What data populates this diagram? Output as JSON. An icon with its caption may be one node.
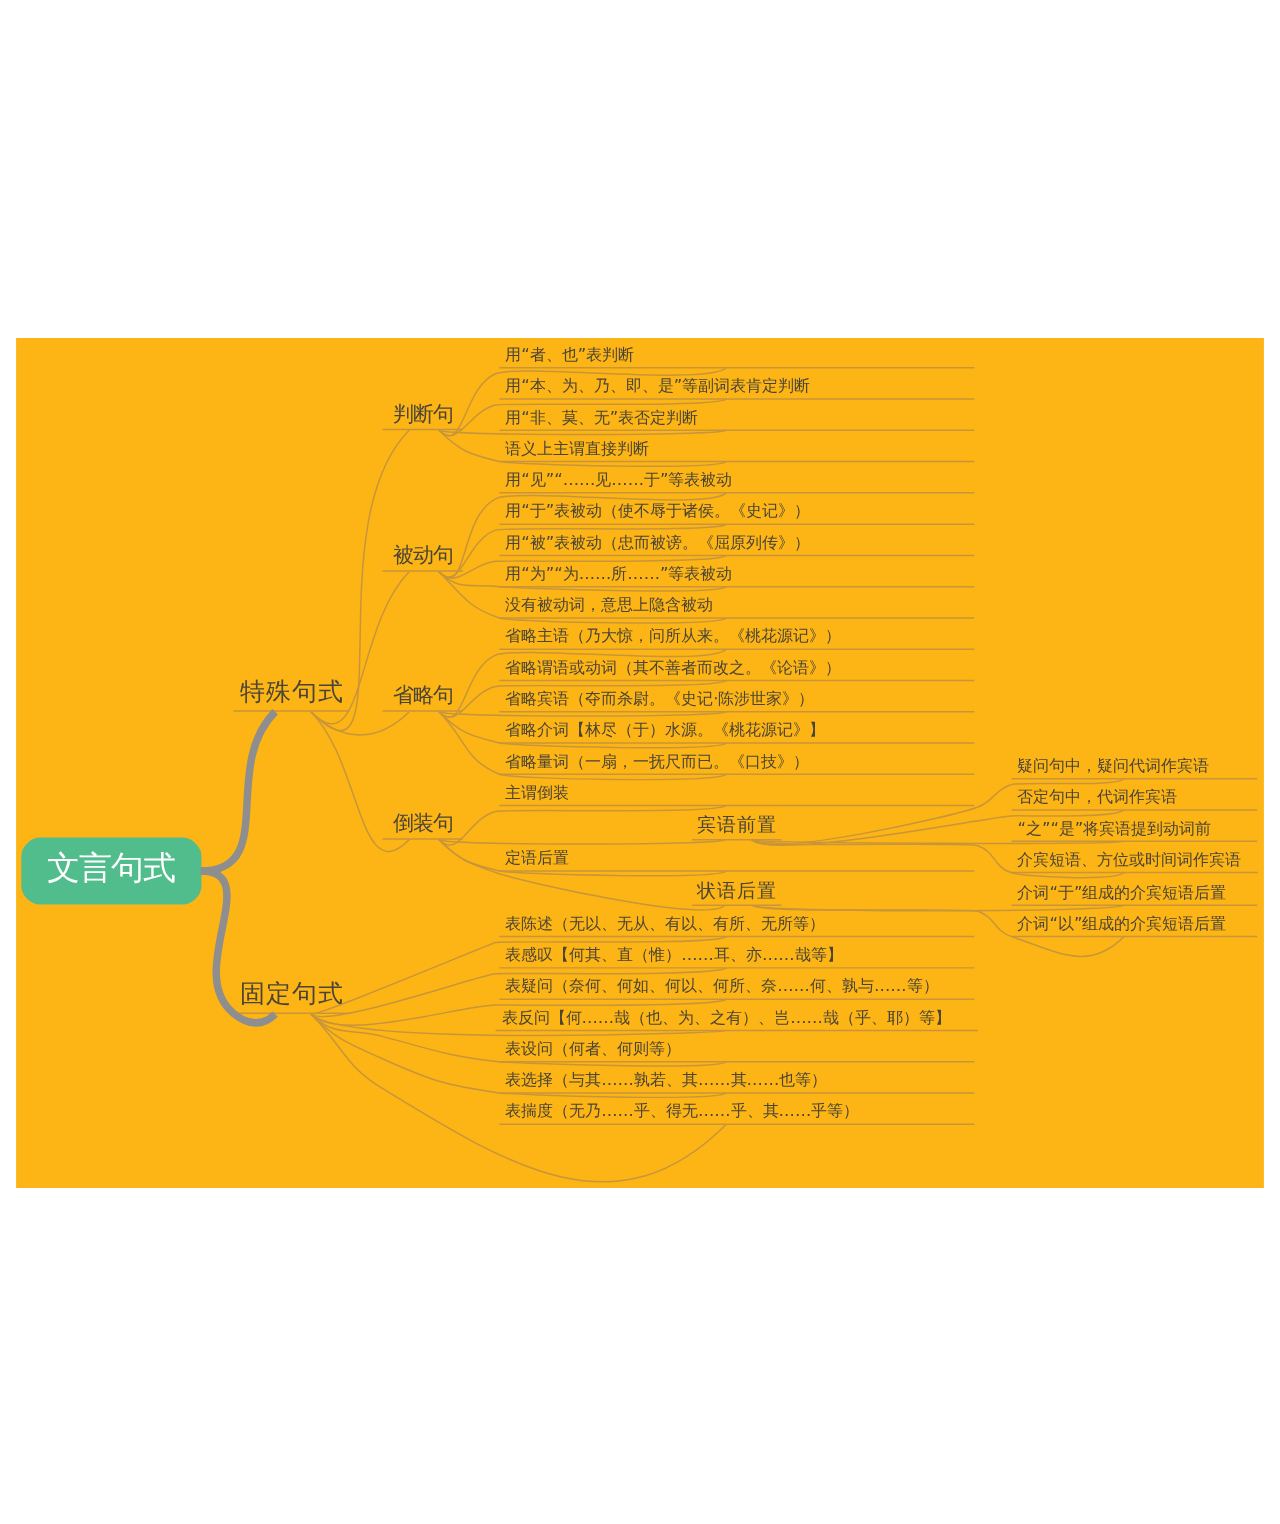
{
  "diagram": {
    "nodes": [
      {
        "text": [
          "文言句式"
        ]
      },
      {
        "text": [
          "特殊句式"
        ]
      },
      {
        "text": [
          "判断句"
        ]
      },
      {
        "text": [
          "用“者、也”表判断"
        ]
      },
      {
        "text": [
          "用“本、为、乃、即、是”等副词表肯定判断"
        ]
      },
      {
        "text": [
          "用“非、莫、无”表否定判断"
        ]
      },
      {
        "text": [
          "语义上主谓直接判断"
        ]
      },
      {
        "text": [
          "被动句"
        ]
      },
      {
        "text": [
          "用“见”“……见……于”等表被动"
        ]
      },
      {
        "text": [
          "用“于”表被动（使不辱于诸侯。《史记》）"
        ]
      },
      {
        "text": [
          "用“被”表被动（忠而被谤。《屈原列传》）"
        ]
      },
      {
        "text": [
          "用“为”“为……所……”等表被动"
        ]
      },
      {
        "text": [
          "没有被动词，意思上隐含被动"
        ]
      },
      {
        "text": [
          "省略句"
        ]
      },
      {
        "text": [
          "省略主语（乃大惊，问所从来。《桃花源记》）"
        ]
      },
      {
        "text": [
          "省略谓语或动词（其不善者而改之。《论语》）"
        ]
      },
      {
        "text": [
          "省略宾语（夺而杀尉。《史记·陈涉世家》）"
        ]
      },
      {
        "text": [
          "省略介词【林尽（于）水源。《桃花源记》】"
        ]
      },
      {
        "text": [
          "省略量词（一扇，一抚尺而已。《口技》）"
        ]
      },
      {
        "text": [
          "倒装句"
        ]
      },
      {
        "text": [
          "主谓倒装"
        ]
      },
      {
        "text": [
          "宾语前置"
        ]
      },
      {
        "text": [
          "疑问句中，疑问代词作宾语"
        ]
      },
      {
        "text": [
          "否定句中，代词作宾语"
        ]
      },
      {
        "text": [
          "“之”“是”将宾语提到动词前"
        ]
      },
      {
        "text": [
          "介宾短语、方位或时间词作宾语"
        ]
      },
      {
        "text": [
          "定语后置"
        ]
      },
      {
        "text": [
          "状语后置"
        ]
      },
      {
        "text": [
          "介词“于”组成的介宾短语后置"
        ]
      },
      {
        "text": [
          "介词“以”组成的介宾短语后置"
        ]
      },
      {
        "text": [
          "固定句式"
        ]
      },
      {
        "text": [
          "表陈述（无以、无从、有以、有所、无所等）"
        ]
      },
      {
        "text": [
          "表感叹【何其、直（惟）……耳、亦……哉等】"
        ]
      },
      {
        "text": [
          "表疑问（奈何、何如、何以、何所、奈……何、孰与……等）"
        ]
      },
      {
        "text": [
          "表反问【何……哉（也、为、之有）、岂……哉（乎、耶）等】"
        ]
      },
      {
        "text": [
          "表设问（何者、何则等）"
        ]
      },
      {
        "text": [
          "表选择（与其……孰若、其……其……也等）"
        ]
      },
      {
        "text": [
          "表揣度（无乃……乎、得无……乎、其……乎等）"
        ]
      }
    ],
    "edges": [
      {
        "from": 0,
        "to": 1,
        "arrow": "none",
        "style": "thick",
        "color": "#8e8e8e"
      },
      {
        "from": 1,
        "to": 2,
        "arrow": "none"
      },
      {
        "from": 2,
        "to": 3,
        "arrow": "none"
      },
      {
        "from": 2,
        "to": 4,
        "arrow": "none"
      },
      {
        "from": 2,
        "to": 5,
        "arrow": "none"
      },
      {
        "from": 2,
        "to": 6,
        "arrow": "none"
      },
      {
        "from": 1,
        "to": 7,
        "arrow": "none"
      },
      {
        "from": 7,
        "to": 8,
        "arrow": "none"
      },
      {
        "from": 7,
        "to": 9,
        "arrow": "none"
      },
      {
        "from": 7,
        "to": 10,
        "arrow": "none"
      },
      {
        "from": 7,
        "to": 11,
        "arrow": "none"
      },
      {
        "from": 7,
        "to": 12,
        "arrow": "none"
      },
      {
        "from": 1,
        "to": 13,
        "arrow": "none"
      },
      {
        "from": 13,
        "to": 14,
        "arrow": "none"
      },
      {
        "from": 13,
        "to": 15,
        "arrow": "none"
      },
      {
        "from": 13,
        "to": 16,
        "arrow": "none"
      },
      {
        "from": 13,
        "to": 17,
        "arrow": "none"
      },
      {
        "from": 13,
        "to": 18,
        "arrow": "none"
      },
      {
        "from": 1,
        "to": 19,
        "arrow": "none"
      },
      {
        "from": 19,
        "to": 20,
        "arrow": "none"
      },
      {
        "from": 19,
        "to": 21,
        "arrow": "none"
      },
      {
        "from": 21,
        "to": 22,
        "arrow": "none"
      },
      {
        "from": 21,
        "to": 23,
        "arrow": "none"
      },
      {
        "from": 21,
        "to": 24,
        "arrow": "none"
      },
      {
        "from": 21,
        "to": 25,
        "arrow": "none"
      },
      {
        "from": 19,
        "to": 26,
        "arrow": "none"
      },
      {
        "from": 19,
        "to": 27,
        "arrow": "none"
      },
      {
        "from": 27,
        "to": 28,
        "arrow": "none"
      },
      {
        "from": 27,
        "to": 29,
        "arrow": "none"
      },
      {
        "from": 0,
        "to": 30,
        "arrow": "none",
        "style": "thick",
        "color": "#8e8e8e"
      },
      {
        "from": 30,
        "to": 31,
        "arrow": "none"
      },
      {
        "from": 30,
        "to": 32,
        "arrow": "none"
      },
      {
        "from": 30,
        "to": 33,
        "arrow": "none"
      },
      {
        "from": 30,
        "to": 34,
        "arrow": "none"
      },
      {
        "from": 30,
        "to": 35,
        "arrow": "none"
      },
      {
        "from": 30,
        "to": 36,
        "arrow": "none"
      },
      {
        "from": 30,
        "to": 37,
        "arrow": "none"
      }
    ]
  }
}
